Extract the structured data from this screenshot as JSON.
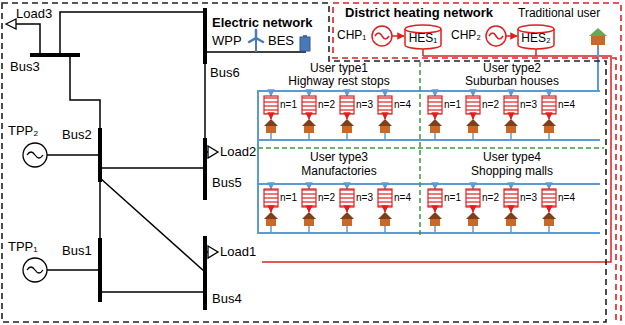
{
  "diagram": {
    "nodes": [
      {
        "text": [
          "Electric network"
        ]
      },
      {
        "text": [
          "District heating network"
        ]
      }
    ],
    "labels": [
      "Load3",
      "Bus3",
      "Bus6",
      "WPP",
      "BES",
      "CHP₁",
      "HES₁",
      "CHP₂",
      "HES₂",
      "Traditional user",
      "User type1",
      "Highway rest stops",
      "User type2",
      "Suburban houses",
      "Load2",
      "Bus5",
      "TPP₂",
      "Bus2",
      "n=1",
      "n=2",
      "n=3",
      "n=4",
      "n=1",
      "n=2",
      "n=3",
      "n=4",
      "User type3",
      "Manufactories",
      "User type4",
      "Shopping malls",
      "n=1",
      "n=2",
      "n=3",
      "n=4",
      "n=1",
      "n=2",
      "n=3",
      "n=4",
      "TPP₁",
      "Bus1",
      "Load1",
      "Bus4"
    ]
  }
}
